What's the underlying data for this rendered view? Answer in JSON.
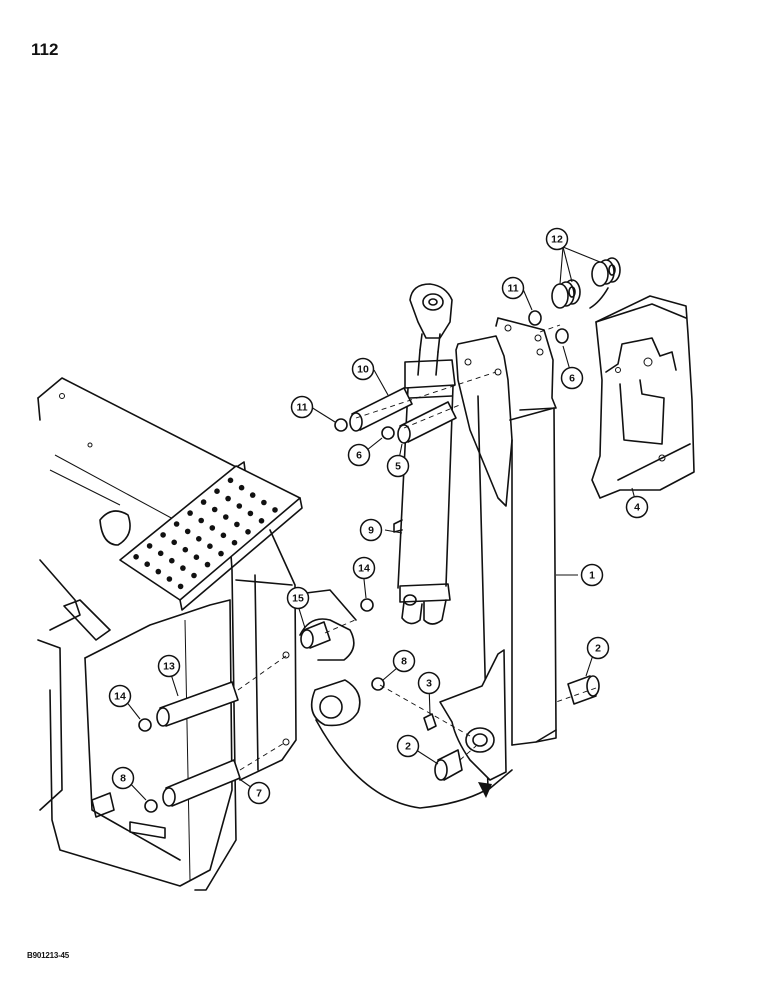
{
  "page": {
    "number": "112",
    "figure_code": "B901213-45"
  },
  "callouts": [
    {
      "id": "c1",
      "label": "1"
    },
    {
      "id": "c2a",
      "label": "2"
    },
    {
      "id": "c2b",
      "label": "2"
    },
    {
      "id": "c3",
      "label": "3"
    },
    {
      "id": "c4",
      "label": "4"
    },
    {
      "id": "c5",
      "label": "5"
    },
    {
      "id": "c6a",
      "label": "6"
    },
    {
      "id": "c6b",
      "label": "6"
    },
    {
      "id": "c7",
      "label": "7"
    },
    {
      "id": "c8a",
      "label": "8"
    },
    {
      "id": "c8b",
      "label": "8"
    },
    {
      "id": "c9",
      "label": "9"
    },
    {
      "id": "c10",
      "label": "10"
    },
    {
      "id": "c11a",
      "label": "11"
    },
    {
      "id": "c11b",
      "label": "11"
    },
    {
      "id": "c12",
      "label": "12"
    },
    {
      "id": "c13",
      "label": "13"
    },
    {
      "id": "c14a",
      "label": "14"
    },
    {
      "id": "c14b",
      "label": "14"
    },
    {
      "id": "c15",
      "label": "15"
    }
  ]
}
